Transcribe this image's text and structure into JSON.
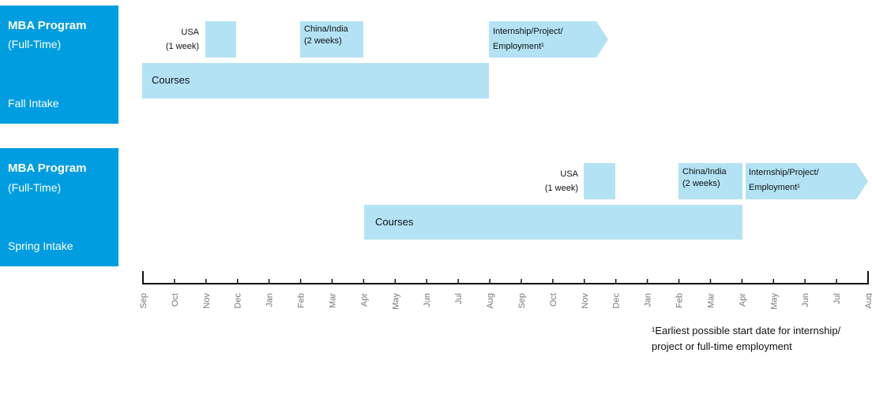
{
  "fall": {
    "title": "MBA Program",
    "subtitle": "(Full-Time)",
    "intake": "Fall Intake",
    "usa_label_1": "USA",
    "usa_label_2": "(1 week)",
    "china_label_1": "China/India",
    "china_label_2": "(2 weeks)",
    "internship_label_1": "Internship/Project/",
    "internship_label_2": "Employment¹",
    "courses_label": "Courses"
  },
  "spring": {
    "title": "MBA Program",
    "subtitle": "(Full-Time)",
    "intake": "Spring Intake",
    "usa_label_1": "USA",
    "usa_label_2": "(1 week)",
    "china_label_1": "China/India",
    "china_label_2": "(2 weeks)",
    "internship_label_1": "Internship/Project/",
    "internship_label_2": "Employment¹",
    "courses_label": "Courses"
  },
  "axis": {
    "months": [
      "Sep",
      "Oct",
      "Nov",
      "Dec",
      "Jan",
      "Feb",
      "Mar",
      "Apr",
      "May",
      "Jun",
      "Jul",
      "Aug",
      "Sep",
      "Oct",
      "Nov",
      "Dec",
      "Jan",
      "Feb",
      "Mar",
      "Apr",
      "May",
      "Jun",
      "Jul",
      "Aug"
    ]
  },
  "footnote": {
    "line1": "¹Earliest possible start date for internship/",
    "line2": "project or full-time employment"
  },
  "colors": {
    "primary": "#009de0",
    "bar": "#b3e2f5",
    "axis": "#111111",
    "tick_label": "#777777"
  }
}
